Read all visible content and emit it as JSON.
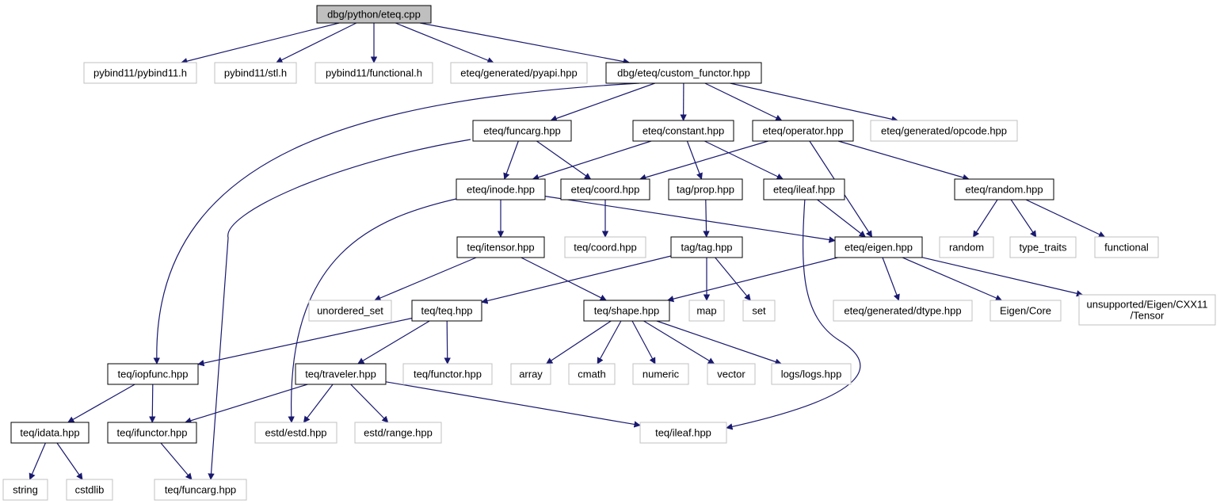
{
  "diagram": {
    "edge_color": "#191970",
    "root_fill": "#bfbfbf",
    "local_border": "#000000",
    "external_border": "#c0c0c0",
    "nodes": [
      {
        "id": "n0",
        "label": "dbg/python/eteq.cpp",
        "kind": "root"
      },
      {
        "id": "n1",
        "label": "pybind11/pybind11.h",
        "kind": "external"
      },
      {
        "id": "n2",
        "label": "pybind11/stl.h",
        "kind": "external"
      },
      {
        "id": "n3",
        "label": "pybind11/functional.h",
        "kind": "external"
      },
      {
        "id": "n4",
        "label": "eteq/generated/pyapi.hpp",
        "kind": "external"
      },
      {
        "id": "n5",
        "label": "dbg/eteq/custom_functor.hpp",
        "kind": "local"
      },
      {
        "id": "n6",
        "label": "eteq/funcarg.hpp",
        "kind": "local"
      },
      {
        "id": "n7",
        "label": "eteq/constant.hpp",
        "kind": "local"
      },
      {
        "id": "n8",
        "label": "eteq/operator.hpp",
        "kind": "local"
      },
      {
        "id": "n9",
        "label": "eteq/generated/opcode.hpp",
        "kind": "external"
      },
      {
        "id": "n10",
        "label": "eteq/inode.hpp",
        "kind": "local"
      },
      {
        "id": "n11",
        "label": "eteq/coord.hpp",
        "kind": "local"
      },
      {
        "id": "n12",
        "label": "tag/prop.hpp",
        "kind": "local"
      },
      {
        "id": "n13",
        "label": "eteq/ileaf.hpp",
        "kind": "local"
      },
      {
        "id": "n14",
        "label": "eteq/random.hpp",
        "kind": "local"
      },
      {
        "id": "n15",
        "label": "teq/coord.hpp",
        "kind": "external"
      },
      {
        "id": "n16",
        "label": "random",
        "kind": "external"
      },
      {
        "id": "n17",
        "label": "type_traits",
        "kind": "external"
      },
      {
        "id": "n18",
        "label": "functional",
        "kind": "external"
      },
      {
        "id": "n19",
        "label": "teq/itensor.hpp",
        "kind": "local"
      },
      {
        "id": "n20",
        "label": "tag/tag.hpp",
        "kind": "local"
      },
      {
        "id": "n21",
        "label": "eteq/eigen.hpp",
        "kind": "local"
      },
      {
        "id": "n22",
        "label": "unordered_set",
        "kind": "external"
      },
      {
        "id": "n23",
        "label": "teq/teq.hpp",
        "kind": "local"
      },
      {
        "id": "n24",
        "label": "teq/shape.hpp",
        "kind": "local"
      },
      {
        "id": "n25",
        "label": "map",
        "kind": "external"
      },
      {
        "id": "n26",
        "label": "set",
        "kind": "external"
      },
      {
        "id": "n27",
        "label": "eteq/generated/dtype.hpp",
        "kind": "external"
      },
      {
        "id": "n28",
        "label": "Eigen/Core",
        "kind": "external"
      },
      {
        "id": "n29",
        "label": "unsupported/Eigen/CXX11\n/Tensor",
        "kind": "external"
      },
      {
        "id": "n30",
        "label": "teq/iopfunc.hpp",
        "kind": "local"
      },
      {
        "id": "n31",
        "label": "teq/traveler.hpp",
        "kind": "local"
      },
      {
        "id": "n32",
        "label": "teq/functor.hpp",
        "kind": "external"
      },
      {
        "id": "n33",
        "label": "array",
        "kind": "external"
      },
      {
        "id": "n34",
        "label": "cmath",
        "kind": "external"
      },
      {
        "id": "n35",
        "label": "numeric",
        "kind": "external"
      },
      {
        "id": "n36",
        "label": "vector",
        "kind": "external"
      },
      {
        "id": "n37",
        "label": "logs/logs.hpp",
        "kind": "external"
      },
      {
        "id": "n38",
        "label": "teq/idata.hpp",
        "kind": "local"
      },
      {
        "id": "n39",
        "label": "teq/ifunctor.hpp",
        "kind": "local"
      },
      {
        "id": "n40",
        "label": "estd/estd.hpp",
        "kind": "external"
      },
      {
        "id": "n41",
        "label": "estd/range.hpp",
        "kind": "external"
      },
      {
        "id": "n42",
        "label": "teq/ileaf.hpp",
        "kind": "external"
      },
      {
        "id": "n43",
        "label": "string",
        "kind": "external"
      },
      {
        "id": "n44",
        "label": "cstdlib",
        "kind": "external"
      },
      {
        "id": "n45",
        "label": "teq/funcarg.hpp",
        "kind": "external"
      }
    ],
    "edges": [
      [
        "n0",
        "n1"
      ],
      [
        "n0",
        "n2"
      ],
      [
        "n0",
        "n3"
      ],
      [
        "n0",
        "n4"
      ],
      [
        "n0",
        "n5"
      ],
      [
        "n5",
        "n6"
      ],
      [
        "n5",
        "n7"
      ],
      [
        "n5",
        "n8"
      ],
      [
        "n5",
        "n9"
      ],
      [
        "n5",
        "n30"
      ],
      [
        "n6",
        "n10"
      ],
      [
        "n6",
        "n11"
      ],
      [
        "n6",
        "n45"
      ],
      [
        "n7",
        "n10"
      ],
      [
        "n7",
        "n12"
      ],
      [
        "n7",
        "n13"
      ],
      [
        "n8",
        "n11"
      ],
      [
        "n8",
        "n14"
      ],
      [
        "n8",
        "n21"
      ],
      [
        "n10",
        "n19"
      ],
      [
        "n10",
        "n21"
      ],
      [
        "n10",
        "n40"
      ],
      [
        "n11",
        "n15"
      ],
      [
        "n12",
        "n20"
      ],
      [
        "n13",
        "n21"
      ],
      [
        "n13",
        "n42"
      ],
      [
        "n14",
        "n16"
      ],
      [
        "n14",
        "n17"
      ],
      [
        "n14",
        "n18"
      ],
      [
        "n19",
        "n22"
      ],
      [
        "n19",
        "n24"
      ],
      [
        "n20",
        "n23"
      ],
      [
        "n20",
        "n25"
      ],
      [
        "n20",
        "n26"
      ],
      [
        "n21",
        "n24"
      ],
      [
        "n21",
        "n27"
      ],
      [
        "n21",
        "n28"
      ],
      [
        "n21",
        "n29"
      ],
      [
        "n23",
        "n30"
      ],
      [
        "n23",
        "n31"
      ],
      [
        "n23",
        "n32"
      ],
      [
        "n24",
        "n33"
      ],
      [
        "n24",
        "n34"
      ],
      [
        "n24",
        "n35"
      ],
      [
        "n24",
        "n36"
      ],
      [
        "n24",
        "n37"
      ],
      [
        "n30",
        "n38"
      ],
      [
        "n30",
        "n39"
      ],
      [
        "n31",
        "n39"
      ],
      [
        "n31",
        "n40"
      ],
      [
        "n31",
        "n41"
      ],
      [
        "n31",
        "n42"
      ],
      [
        "n38",
        "n43"
      ],
      [
        "n38",
        "n44"
      ],
      [
        "n39",
        "n45"
      ]
    ]
  }
}
